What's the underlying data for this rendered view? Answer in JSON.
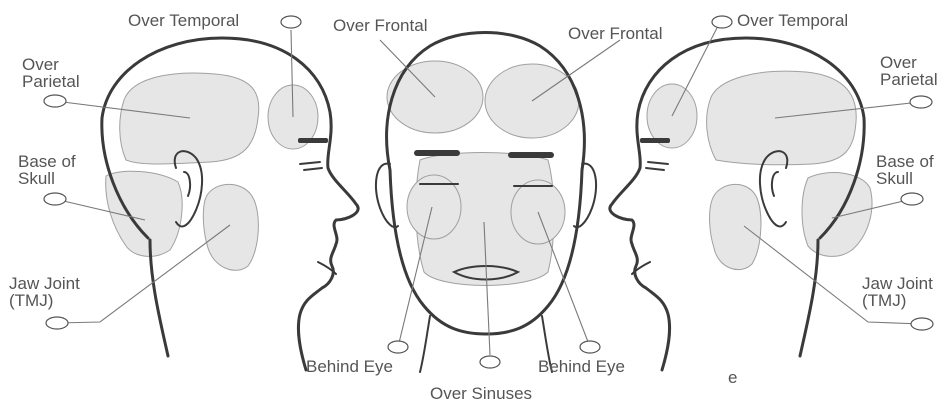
{
  "labels": {
    "left_temporal": "Over Temporal",
    "left_parietal_1": "Over",
    "left_parietal_2": "Parietal",
    "left_base_1": "Base of",
    "left_base_2": "Skull",
    "left_jaw_1": "Jaw Joint",
    "left_jaw_2": "(TMJ)",
    "front_frontal_left": "Over Frontal",
    "front_frontal_right": "Over Frontal",
    "front_behind_eye_left": "Behind Eye",
    "front_behind_eye_right": "Behind Eye",
    "front_sinuses": "Over Sinuses",
    "right_temporal": "Over Temporal",
    "right_parietal_1": "Over",
    "right_parietal_2": "Parietal",
    "right_base_1": "Base of",
    "right_base_2": "Skull",
    "right_jaw_1": "Jaw Joint",
    "right_jaw_2": "(TMJ)",
    "stray_mark": "e"
  },
  "colors": {
    "zone_fill": "#e6e6e6",
    "outline": "#3a3a3a",
    "label_text": "#555555"
  }
}
